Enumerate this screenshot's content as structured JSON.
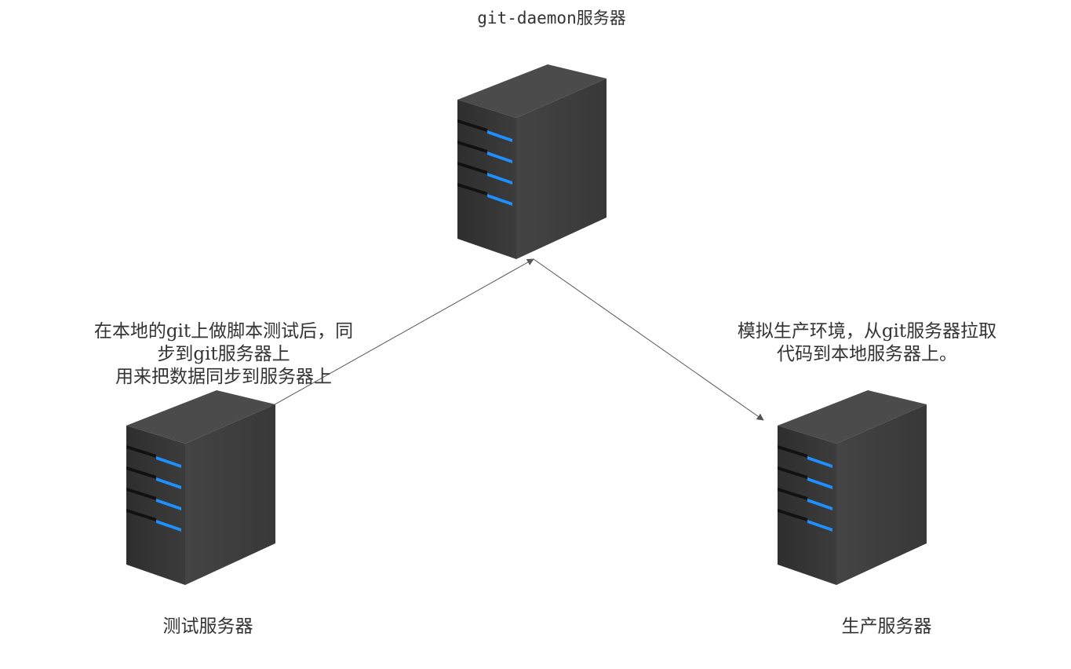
{
  "nodes": {
    "daemon": {
      "label": "git-daemon服务器"
    },
    "test": {
      "label": "测试服务器"
    },
    "prod": {
      "label": "生产服务器"
    }
  },
  "annotations": {
    "left": {
      "line1": "在本地的git上做脚本测试后，同",
      "line2": "步到git服务器上",
      "line3": "用来把数据同步到服务器上"
    },
    "right": {
      "line1": "模拟生产环境，从git服务器拉取",
      "line2": "代码到本地服务器上。"
    }
  },
  "edges": [
    {
      "from": "test",
      "to": "daemon"
    },
    {
      "from": "daemon",
      "to": "prod"
    }
  ],
  "colors": {
    "server_front": "#3a3a3a",
    "server_side": "#2a2a2a",
    "server_top": "#4a4a4a",
    "led": "#1e90ff",
    "edge": "#555555"
  },
  "icons": [
    "server-icon"
  ]
}
